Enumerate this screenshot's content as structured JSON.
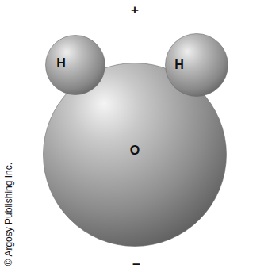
{
  "diagram": {
    "nodes": [
      {
        "text": [
          "H"
        ]
      },
      {
        "text": [
          "H"
        ]
      },
      {
        "text": [
          "O"
        ]
      }
    ],
    "labels": [
      "+",
      "−",
      "© Argosy Publishing Inc."
    ]
  }
}
